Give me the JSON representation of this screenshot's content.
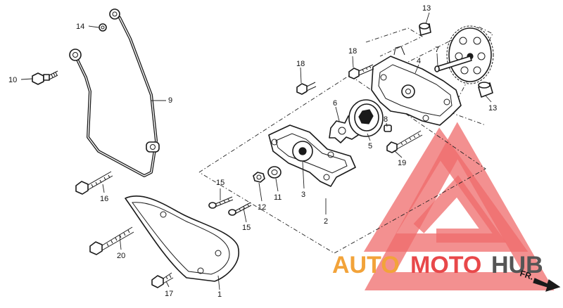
{
  "callouts": {
    "c1": "1",
    "c2": "2",
    "c3": "3",
    "c4": "4",
    "c5": "5",
    "c6": "6",
    "c7": "7",
    "c8": "8",
    "c9": "9",
    "c10": "10",
    "c11": "11",
    "c12": "12",
    "c13a": "13",
    "c13b": "13",
    "c14": "14",
    "c15a": "15",
    "c15b": "15",
    "c16": "16",
    "c17": "17",
    "c18": "18",
    "c19": "19",
    "c20": "20"
  },
  "watermark": {
    "auto": "AUTO",
    "moto": "MOTO",
    "hub": "HUB",
    "color_red": "#e8484a",
    "color_orange": "#f2a33a",
    "color_gray": "#555555"
  },
  "direction": {
    "label": "FR."
  }
}
